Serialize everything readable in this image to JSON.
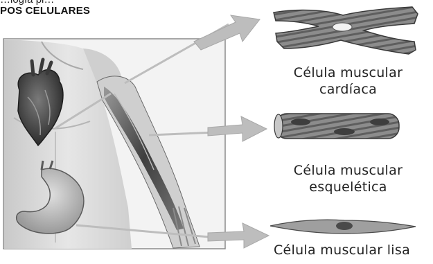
{
  "heading": {
    "clipped_line": "…logía pl…",
    "title": "POS CELULARES"
  },
  "captions": {
    "cardiac": [
      "Célula muscular",
      "cardíaca"
    ],
    "skeletal": [
      "Célula muscular",
      "esquelética"
    ],
    "smooth": [
      "Célula muscular lisa"
    ]
  },
  "colors": {
    "panel_border": "#8a8a8a",
    "skin": "#d9d9d9",
    "muscle_dark": "#4a4a4a",
    "arrow": "#bdbdbd"
  }
}
